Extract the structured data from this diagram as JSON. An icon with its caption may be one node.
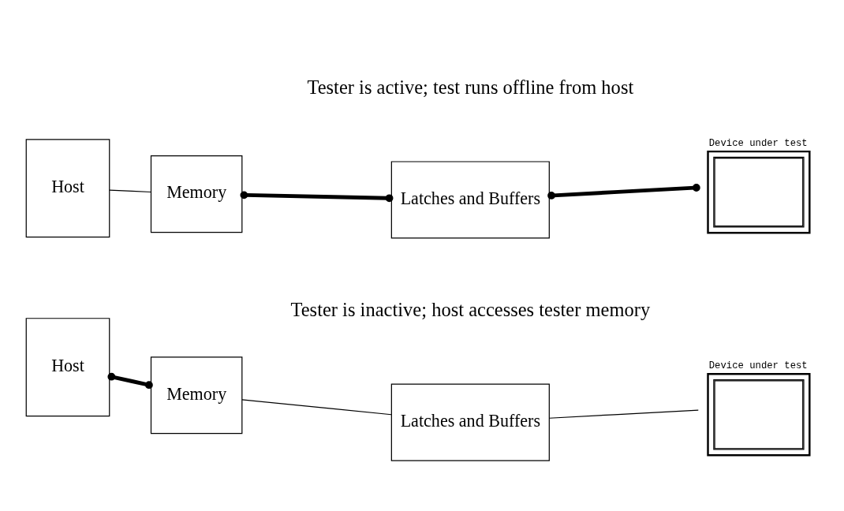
{
  "diagram": {
    "nodes": [
      {
        "text": [
          "Host"
        ]
      },
      {
        "text": [
          "Memory"
        ]
      },
      {
        "text": [
          "Latches and Buffers"
        ]
      },
      {
        "text": [
          "Device under test"
        ]
      },
      {
        "text": [
          "Host"
        ]
      },
      {
        "text": [
          "Memory"
        ]
      },
      {
        "text": [
          "Latches and Buffers"
        ]
      },
      {
        "text": [
          "Device under test"
        ]
      }
    ],
    "edges": [
      {
        "from": 0,
        "to": 1,
        "arrow": "other",
        "style": "thick"
      },
      {
        "from": 1,
        "to": 2,
        "arrow": "none"
      },
      {
        "from": 2,
        "to": 3,
        "arrow": "none"
      },
      {
        "from": 4,
        "to": 5,
        "arrow": "none"
      },
      {
        "from": 5,
        "to": 6,
        "arrow": "other",
        "style": "thick"
      },
      {
        "from": 6,
        "to": 7,
        "arrow": "other",
        "style": "thick"
      }
    ],
    "labels": [
      "Tester is inactive; host accesses tester memory",
      "Tester is active; test runs offline from host"
    ]
  }
}
